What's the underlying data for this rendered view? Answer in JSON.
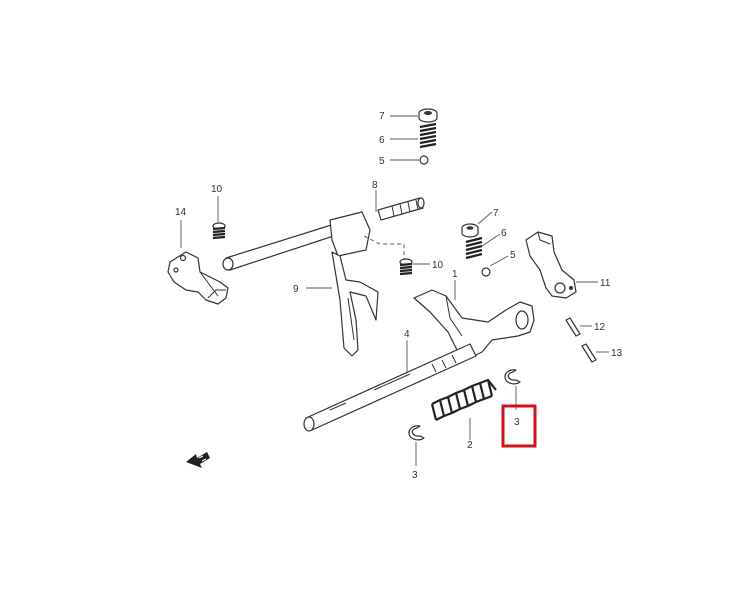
{
  "diagram": {
    "labels": {
      "l1": "1",
      "l2": "2",
      "l3a": "3",
      "l3b": "3",
      "l4": "4",
      "l5a": "5",
      "l5b": "5",
      "l6a": "6",
      "l6b": "6",
      "l7a": "7",
      "l7b": "7",
      "l8": "8",
      "l9": "9",
      "l10a": "10",
      "l10b": "10",
      "l11": "11",
      "l12": "12",
      "l13": "13",
      "l14": "14"
    },
    "highlight_color": "#d0121b",
    "direction_arrow_icon": "forward-arrow-icon"
  }
}
